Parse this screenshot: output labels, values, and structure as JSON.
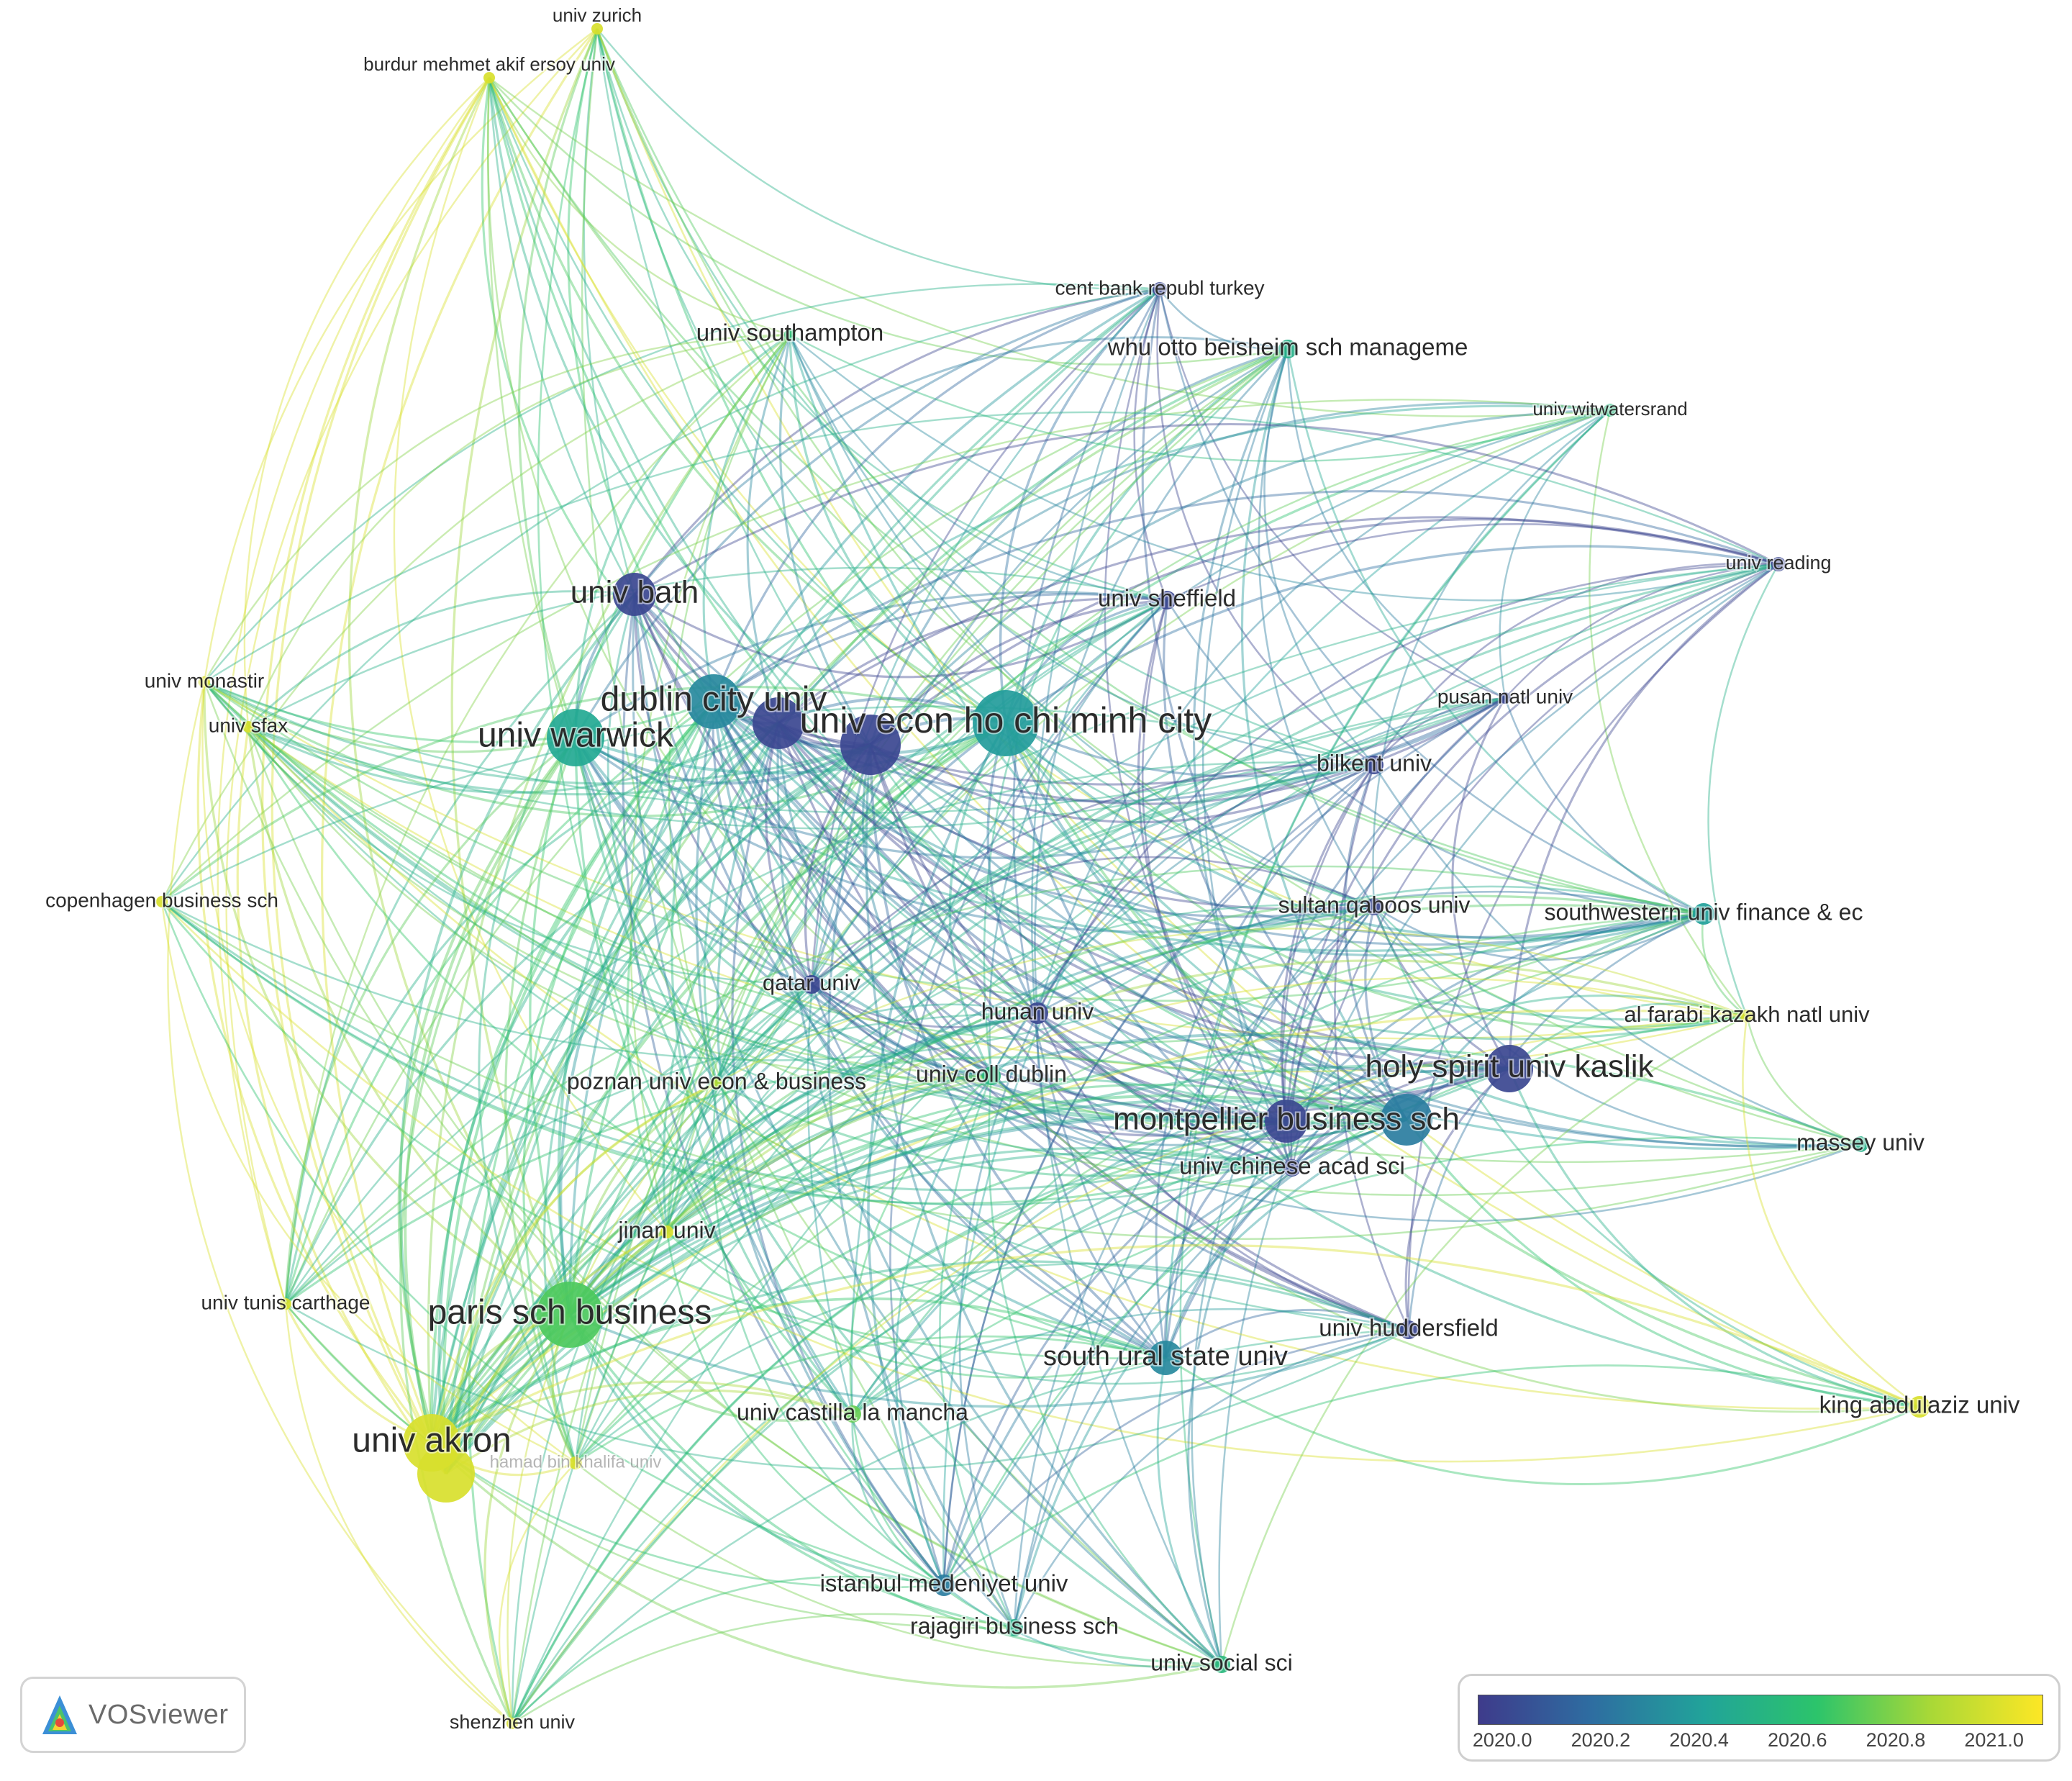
{
  "app": {
    "brand_name": "VOSviewer"
  },
  "legend": {
    "ticks": [
      "2020.0",
      "2020.2",
      "2020.4",
      "2020.6",
      "2020.8",
      "2021.0"
    ],
    "tick_values": [
      2020.0,
      2020.2,
      2020.4,
      2020.6,
      2020.8,
      2021.0
    ],
    "range": [
      2019.95,
      2021.1
    ],
    "color_stops": [
      "#3e3b8b",
      "#2e6da1",
      "#21a39a",
      "#2cc46b",
      "#a8d837",
      "#fde725"
    ]
  },
  "nodes": [
    {
      "id": "univ_zurich",
      "label": "univ zurich",
      "year": 2021.0
    },
    {
      "id": "burdur",
      "label": "burdur mehmet akif ersoy univ",
      "year": 2021.0
    },
    {
      "id": "cent_bank",
      "label": "cent bank republ turkey",
      "year": 2020.0
    },
    {
      "id": "univ_southampton",
      "label": "univ southampton",
      "year": 2020.6
    },
    {
      "id": "whu",
      "label": "whu otto beisheim sch manageme",
      "year": 2020.5
    },
    {
      "id": "univ_witwatersrand",
      "label": "univ witwatersrand",
      "year": 2020.55
    },
    {
      "id": "univ_reading",
      "label": "univ reading",
      "year": 2020.0
    },
    {
      "id": "univ_bath",
      "label": "univ bath",
      "year": 2020.0
    },
    {
      "id": "univ_sheffield",
      "label": "univ sheffield",
      "year": 2020.0
    },
    {
      "id": "univ_monastir",
      "label": "univ monastir",
      "year": 2021.0
    },
    {
      "id": "univ_sfax",
      "label": "univ sfax",
      "year": 2021.0
    },
    {
      "id": "dublin_city",
      "label": "dublin city univ",
      "year": 2020.3
    },
    {
      "id": "univ_warwick",
      "label": "univ warwick",
      "year": 2020.45
    },
    {
      "id": "univ_econ_hcm",
      "label": "univ econ ho chi minh city",
      "year": 2020.38
    },
    {
      "id": "hidden_a",
      "label": "",
      "year": 2020.0
    },
    {
      "id": "hidden_b",
      "label": "",
      "year": 2020.0
    },
    {
      "id": "pusan",
      "label": "pusan natl univ",
      "year": 2020.0
    },
    {
      "id": "bilkent",
      "label": "bilkent univ",
      "year": 2020.0
    },
    {
      "id": "copenhagen",
      "label": "copenhagen business sch",
      "year": 2021.0
    },
    {
      "id": "sultan_qaboos",
      "label": "sultan qaboos univ",
      "year": 2020.0
    },
    {
      "id": "southwestern",
      "label": "southwestern univ finance & ec",
      "year": 2020.4
    },
    {
      "id": "qatar",
      "label": "qatar univ",
      "year": 2020.0
    },
    {
      "id": "hunan",
      "label": "hunan univ",
      "year": 2020.0
    },
    {
      "id": "al_farabi",
      "label": "al farabi kazakh natl univ",
      "year": 2021.0
    },
    {
      "id": "holy_spirit",
      "label": "holy spirit univ kaslik",
      "year": 2020.0
    },
    {
      "id": "poznan",
      "label": "poznan univ econ & business",
      "year": 2020.9
    },
    {
      "id": "univ_coll_dublin",
      "label": "univ coll dublin",
      "year": 2020.55
    },
    {
      "id": "montpellier",
      "label": "montpellier business sch",
      "year": 2020.0
    },
    {
      "id": "mont_b",
      "label": "",
      "year": 2020.25
    },
    {
      "id": "massey",
      "label": "massey univ",
      "year": 2020.5
    },
    {
      "id": "univ_chinese",
      "label": "univ chinese acad sci",
      "year": 2020.0
    },
    {
      "id": "jinan",
      "label": "jinan univ",
      "year": 2021.0
    },
    {
      "id": "univ_tunis",
      "label": "univ tunis carthage",
      "year": 2021.0
    },
    {
      "id": "paris_sch",
      "label": "paris sch business",
      "year": 2020.7
    },
    {
      "id": "univ_huddersfield",
      "label": "univ huddersfield",
      "year": 2020.0
    },
    {
      "id": "south_ural",
      "label": "south ural state univ",
      "year": 2020.3
    },
    {
      "id": "king_abdulaziz",
      "label": "king abdulaziz univ",
      "year": 2021.0
    },
    {
      "id": "univ_castilla",
      "label": "univ castilla la mancha",
      "year": 2020.75
    },
    {
      "id": "univ_akron",
      "label": "univ akron",
      "year": 2021.0
    },
    {
      "id": "akron_b",
      "label": "",
      "year": 2021.0
    },
    {
      "id": "hamad",
      "label": "hamad bin khalifa univ",
      "year": 2021.0
    },
    {
      "id": "istanbul",
      "label": "istanbul medeniyet univ",
      "year": 2020.25
    },
    {
      "id": "rajagiri",
      "label": "rajagiri business sch",
      "year": 2020.5
    },
    {
      "id": "univ_social",
      "label": "univ social sci",
      "year": 2020.55
    },
    {
      "id": "shenzhen",
      "label": "shenzhen univ",
      "year": 2021.0
    }
  ]
}
